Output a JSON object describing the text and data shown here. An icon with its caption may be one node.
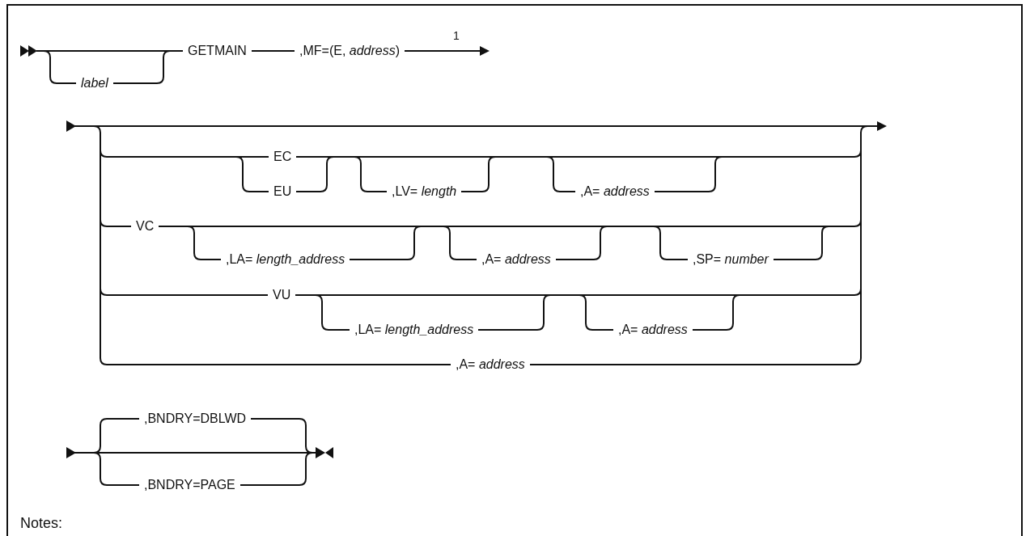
{
  "diagram": {
    "labels": [
      "GETMAIN",
      ",MF=(E, *address*)",
      "1",
      "label",
      "EC",
      "EU",
      ",LV= *length*",
      ",A= *address*",
      "VC",
      ",LA= *length_address*",
      ",A= *address*",
      ",SP= *number*",
      "VU",
      ",LA= *length_address*",
      ",A= *address*",
      ",A= *address*",
      ",BNDRY=DBLWD",
      ",BNDRY=PAGE",
      "Notes:"
    ]
  }
}
